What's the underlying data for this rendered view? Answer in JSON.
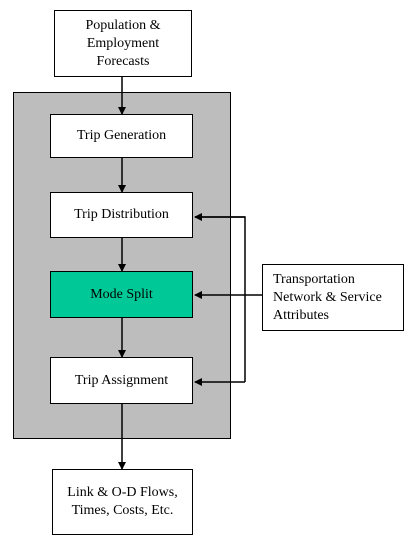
{
  "nodes": {
    "population": "Population &\nEmployment\nForecasts",
    "trip_generation": "Trip Generation",
    "trip_distribution": "Trip Distribution",
    "mode_split": "Mode Split",
    "trip_assignment": "Trip Assignment",
    "transportation": "Transportation\nNetwork & Service\nAttributes",
    "output": "Link & O-D Flows,\nTimes, Costs, Etc."
  },
  "colors": {
    "panel": "#bdbdbd",
    "mode_split_fill": "#00c896",
    "box_fill": "#ffffff",
    "stroke": "#000000"
  }
}
